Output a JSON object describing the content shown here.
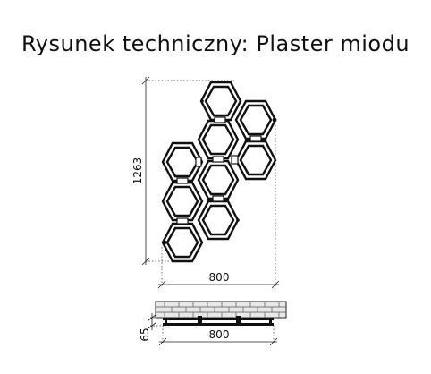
{
  "drawing": {
    "title": "Rysunek techniczny: Plaster miodu",
    "front_view": {
      "height_label": "1263",
      "width_label": "800"
    },
    "side_view": {
      "depth_label": "65",
      "width_label": "800"
    }
  }
}
